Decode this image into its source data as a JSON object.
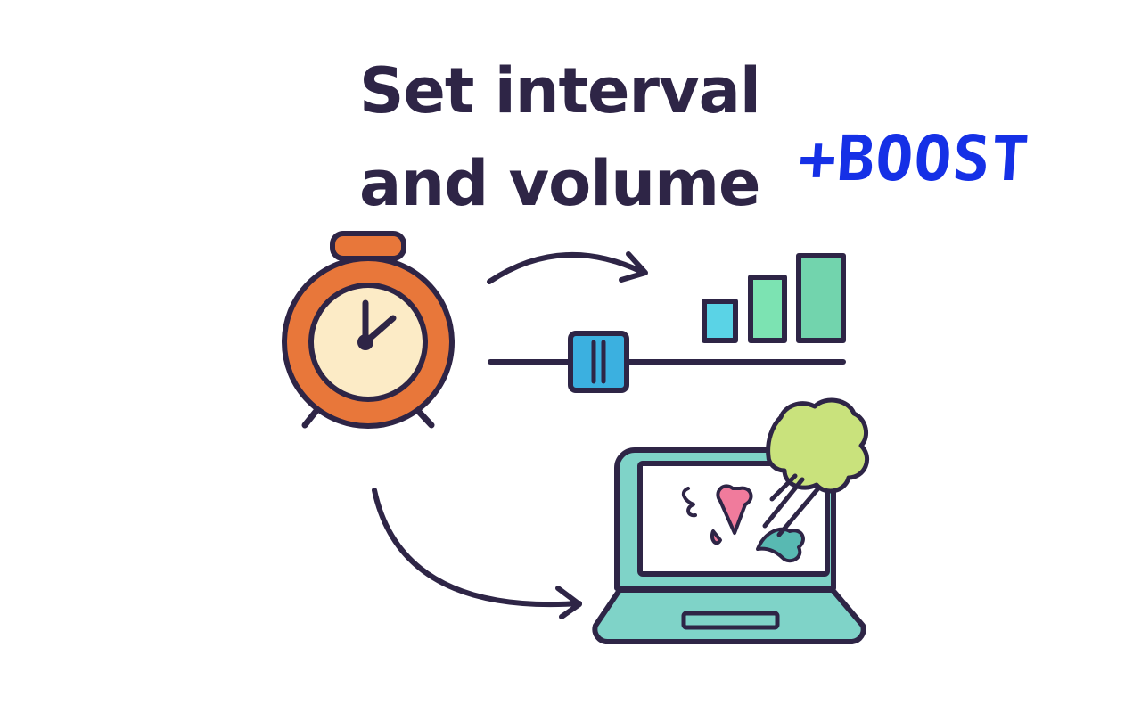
{
  "headline": {
    "line1": "Set interval",
    "line2": "and volume"
  },
  "annotation": {
    "text": "+BOOST",
    "color": "#1530e6"
  },
  "colors": {
    "ink": "#2e2546",
    "clock_body": "#e8773a",
    "clock_face": "#fcebc6",
    "bar_small": "#5ad3e6",
    "bar_medium": "#7ce3b2",
    "bar_large": "#72d4ad",
    "slider_knob": "#3bb0e0",
    "laptop_body": "#7fd3c8",
    "puff_cloud": "#c9e27c",
    "splat_pink": "#f07b9c",
    "splat_teal": "#58b9b2"
  },
  "icons": [
    "alarm-clock-icon",
    "curved-arrow-icon",
    "volume-bars-icon",
    "slider-icon",
    "laptop-icon",
    "puff-cloud-icon",
    "splat-icon"
  ]
}
